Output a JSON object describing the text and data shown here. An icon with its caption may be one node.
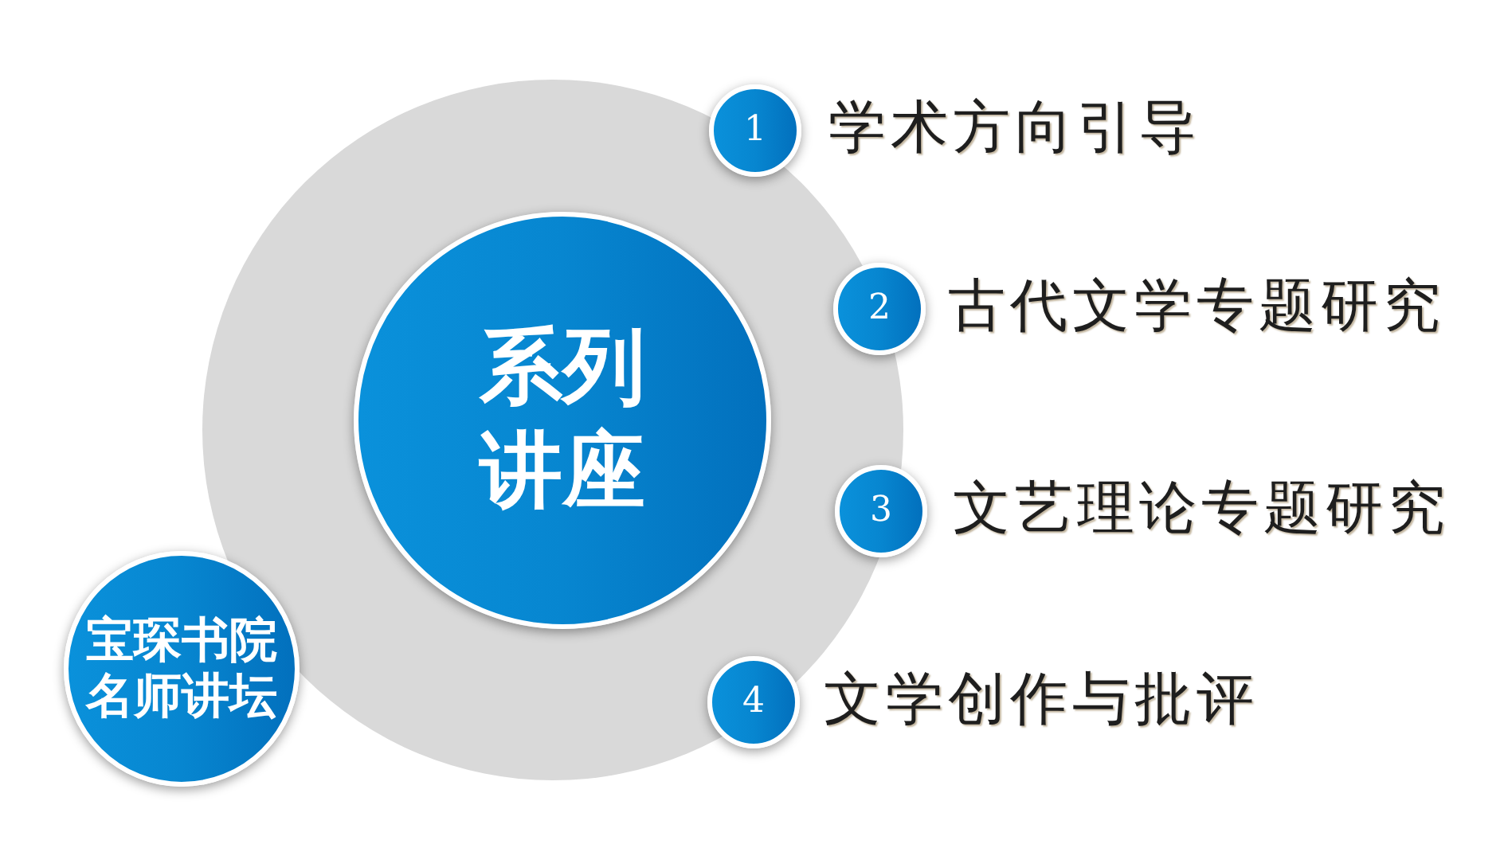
{
  "diagram": {
    "nodes": [
      {
        "text": [
          "系列讲座"
        ]
      },
      {
        "text": [
          "1"
        ],
        "beside": [
          "学术方向引导"
        ]
      },
      {
        "text": [
          "2"
        ],
        "beside": [
          "古代文学专题研究"
        ]
      },
      {
        "text": [
          "3"
        ],
        "beside": [
          "文艺理论专题研究"
        ]
      },
      {
        "text": [
          "4"
        ],
        "beside": [
          "文学创作与批评"
        ]
      },
      {
        "text": [
          "宝琛书院名师讲坛"
        ]
      }
    ]
  }
}
